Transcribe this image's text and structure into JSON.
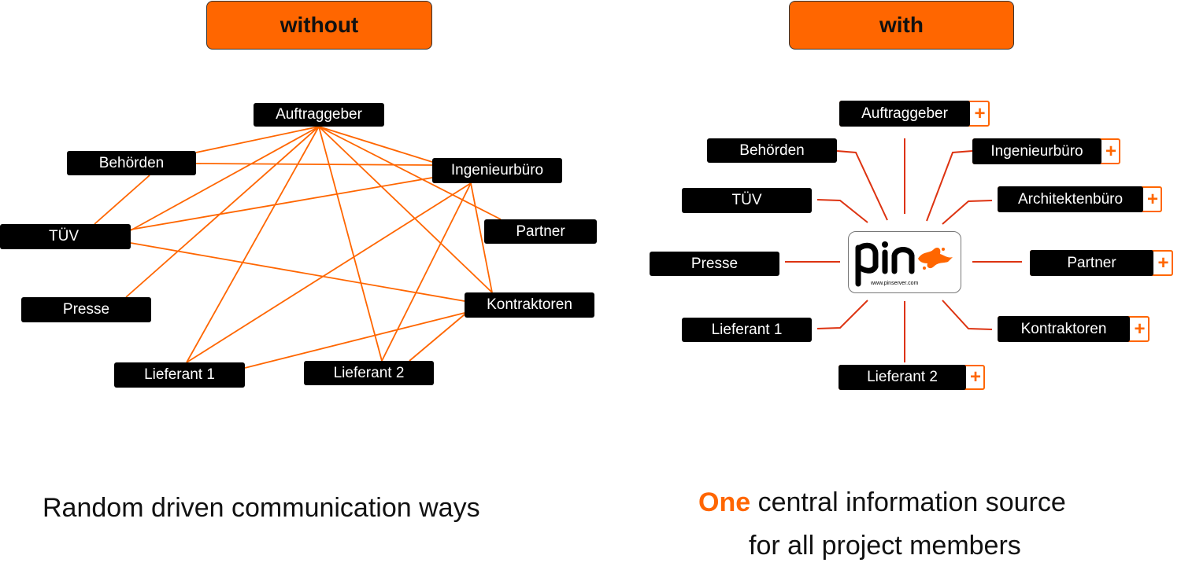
{
  "headers": {
    "without": "without",
    "with": "with"
  },
  "without_nodes": [
    {
      "id": "auftraggeber",
      "label": "Auftraggeber"
    },
    {
      "id": "behoerden",
      "label": "Behörden"
    },
    {
      "id": "ingenieurbuero",
      "label": "Ingenieurbüro"
    },
    {
      "id": "tuev",
      "label": "TÜV"
    },
    {
      "id": "partner",
      "label": "Partner"
    },
    {
      "id": "presse",
      "label": "Presse"
    },
    {
      "id": "kontraktoren",
      "label": "Kontraktoren"
    },
    {
      "id": "lieferant1",
      "label": "Lieferant 1"
    },
    {
      "id": "lieferant2",
      "label": "Lieferant 2"
    }
  ],
  "without_edges": [
    [
      "auftraggeber",
      "behoerden"
    ],
    [
      "auftraggeber",
      "tuev"
    ],
    [
      "auftraggeber",
      "ingenieurbuero"
    ],
    [
      "auftraggeber",
      "partner"
    ],
    [
      "auftraggeber",
      "kontraktoren"
    ],
    [
      "auftraggeber",
      "presse"
    ],
    [
      "auftraggeber",
      "lieferant1"
    ],
    [
      "auftraggeber",
      "lieferant2"
    ],
    [
      "behoerden",
      "tuev"
    ],
    [
      "behoerden",
      "ingenieurbuero"
    ],
    [
      "tuev",
      "ingenieurbuero"
    ],
    [
      "tuev",
      "kontraktoren"
    ],
    [
      "ingenieurbuero",
      "kontraktoren"
    ],
    [
      "ingenieurbuero",
      "lieferant1"
    ],
    [
      "ingenieurbuero",
      "lieferant2"
    ],
    [
      "kontraktoren",
      "lieferant1"
    ],
    [
      "kontraktoren",
      "lieferant2"
    ]
  ],
  "with_nodes": [
    {
      "id": "auftraggeber",
      "label": "Auftraggeber",
      "plus": "+"
    },
    {
      "id": "behoerden",
      "label": "Behörden",
      "plus": ""
    },
    {
      "id": "ingenieurbuero",
      "label": "Ingenieurbüro",
      "plus": "+"
    },
    {
      "id": "tuev",
      "label": "TÜV",
      "plus": ""
    },
    {
      "id": "architektenbuero",
      "label": "Architektenbüro",
      "plus": "+"
    },
    {
      "id": "presse",
      "label": "Presse",
      "plus": ""
    },
    {
      "id": "partner",
      "label": "Partner",
      "plus": "+"
    },
    {
      "id": "lieferant1",
      "label": "Lieferant 1",
      "plus": ""
    },
    {
      "id": "kontraktoren",
      "label": "Kontraktoren",
      "plus": "+"
    },
    {
      "id": "lieferant2",
      "label": "Lieferant 2",
      "plus": "+"
    }
  ],
  "logo": {
    "url": "www.pinserver.com"
  },
  "captions": {
    "left": "Random driven communication ways",
    "right_accent": "One",
    "right_line1": " central information source",
    "right_line2": "for all project members"
  },
  "colors": {
    "accent": "#ff6600",
    "node_bg": "#000000",
    "node_text": "#ffffff",
    "edge": "#ff6600",
    "spoke": "#dd3311"
  }
}
